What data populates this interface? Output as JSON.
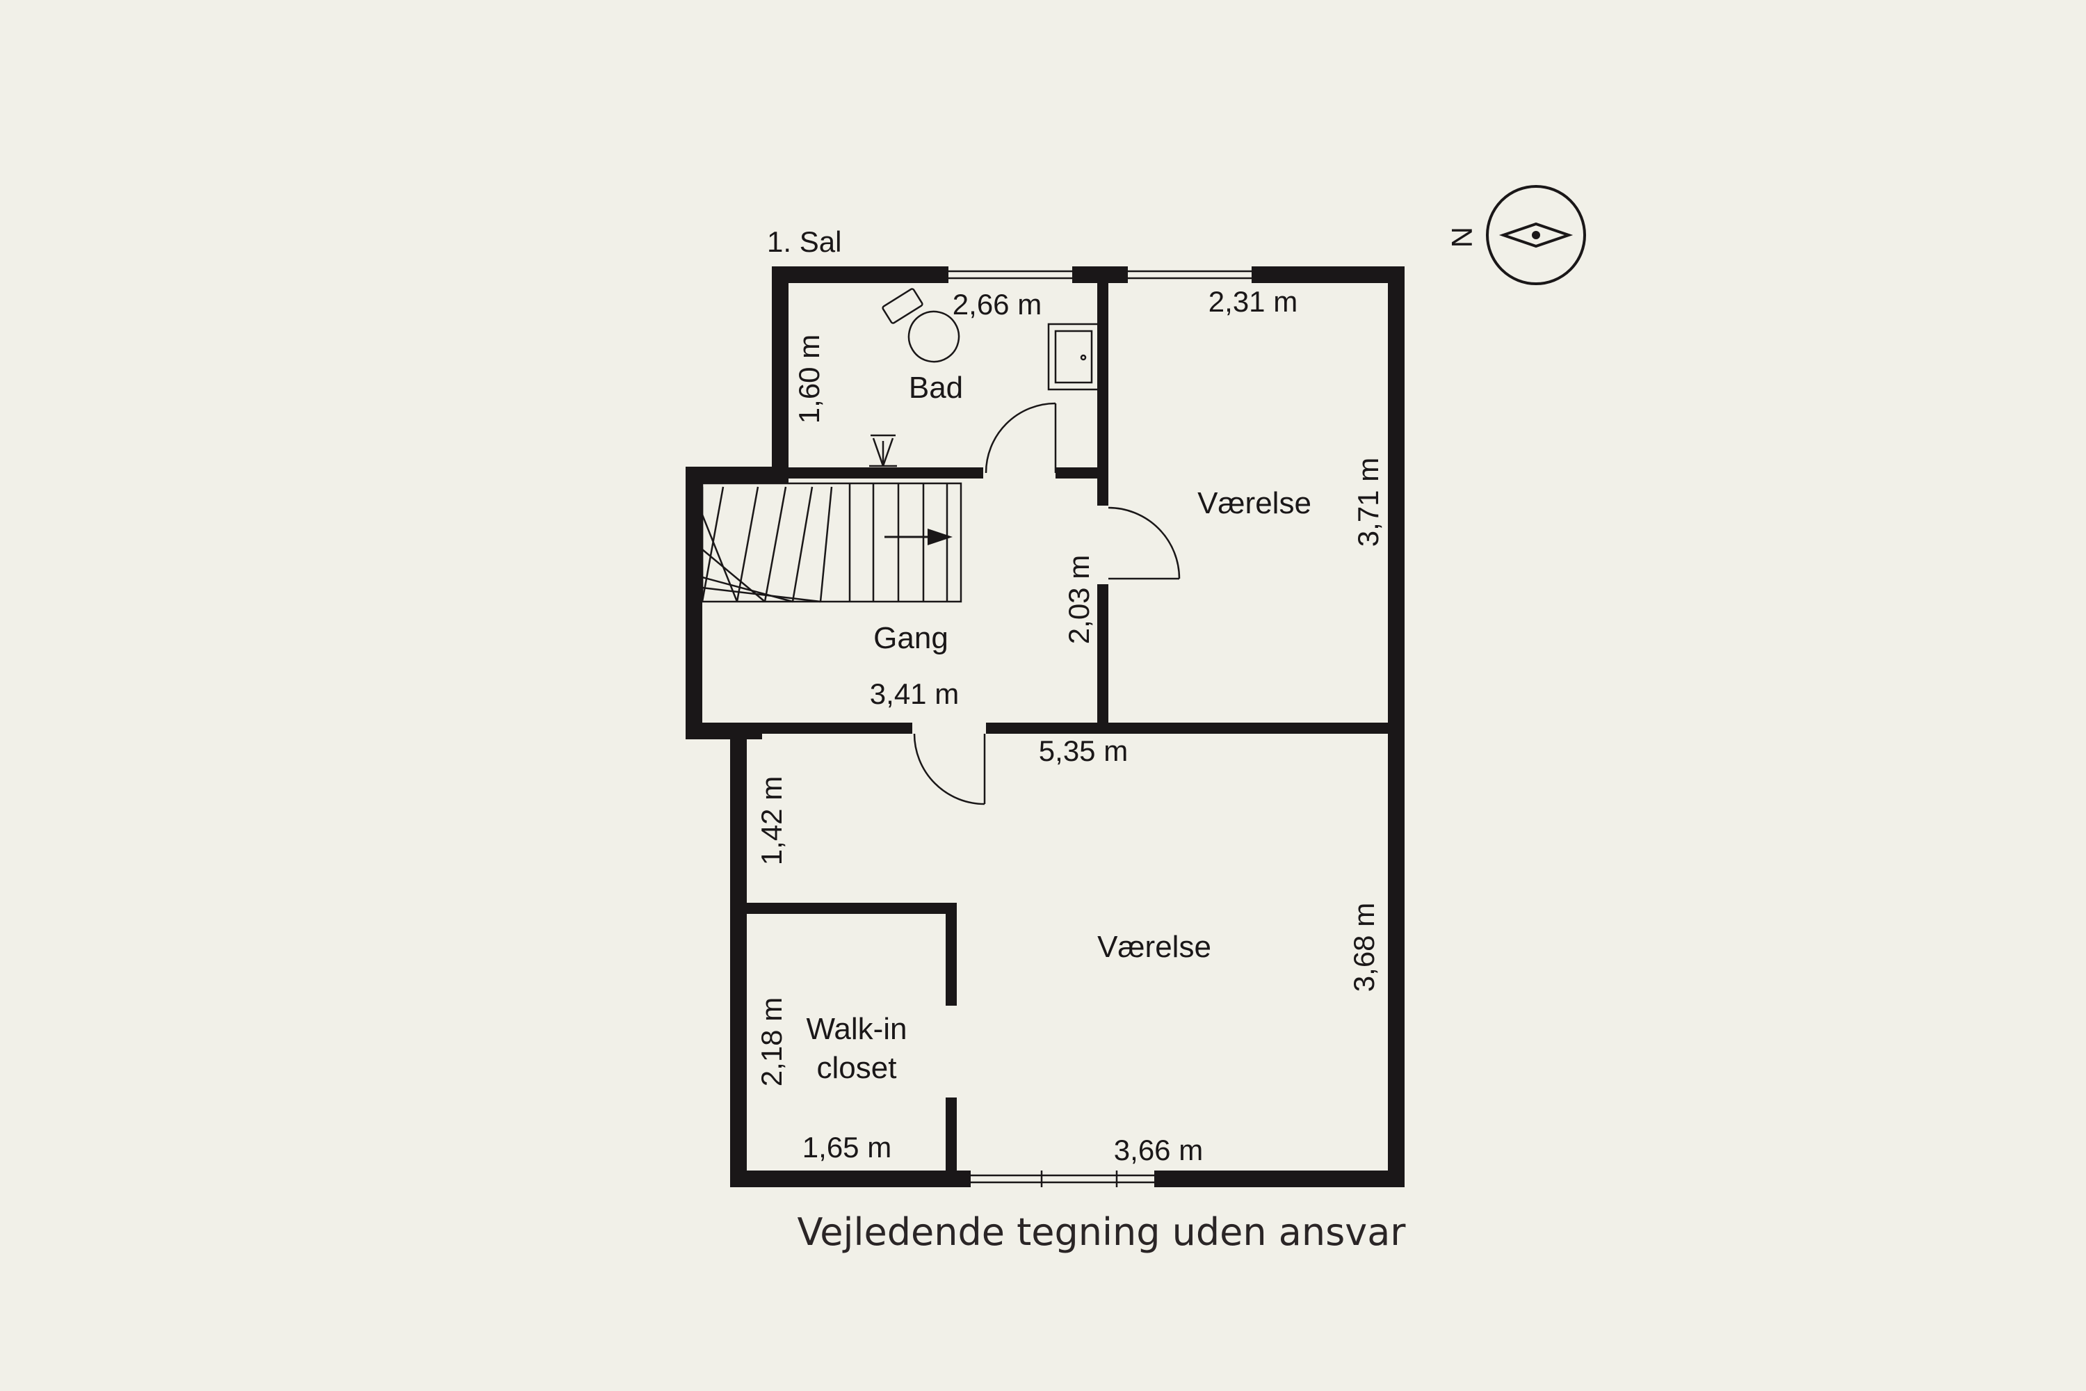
{
  "floor_label": "1. Sal",
  "north_label": "N",
  "disclaimer": "Vejledende tegning uden ansvar",
  "colors": {
    "background": "#f1f0e8",
    "wall": "#1a1718"
  },
  "rooms": {
    "bad": "Bad",
    "gang": "Gang",
    "vaerelse_top": "Værelse",
    "vaerelse_bottom": "Værelse",
    "walkin_line1": "Walk-in",
    "walkin_line2": "closet"
  },
  "dimensions": {
    "bad_width": "2,66 m",
    "bad_height": "1,60 m",
    "vaerelse_top_width": "2,31 m",
    "vaerelse_top_height": "3,71 m",
    "gang_height": "2,03 m",
    "gang_width": "3,41 m",
    "vaerelse_bottom_width": "5,35 m",
    "vaerelse_bottom_left": "1,42 m",
    "vaerelse_bottom_height": "3,68 m",
    "walkin_height": "2,18 m",
    "walkin_width": "1,65 m",
    "vaerelse_bottom_bottom_width": "3,66 m"
  }
}
